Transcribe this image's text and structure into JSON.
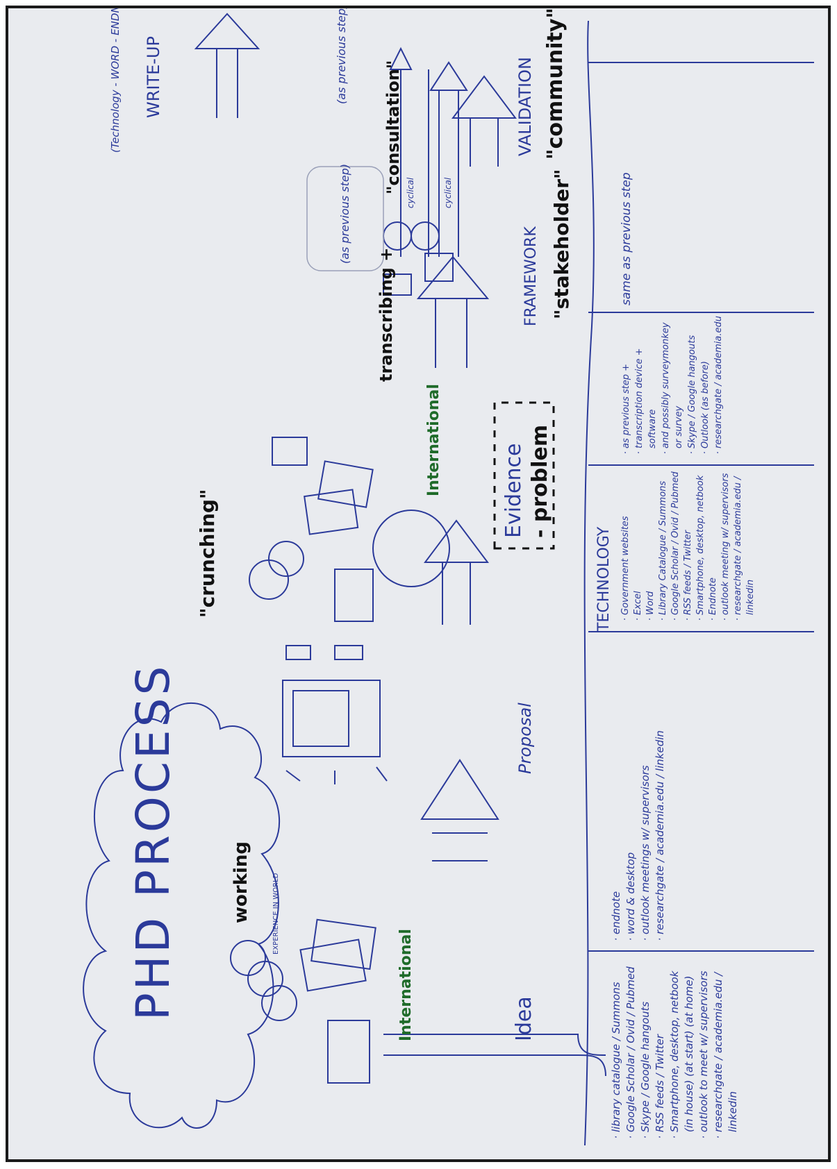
{
  "title": "PHD PROCESS",
  "stages": {
    "idea": "Idea",
    "proposal": "Proposal",
    "evidence_line1": "Evidence",
    "evidence_line2": "- problem",
    "framework": "FRAMEWORK",
    "validation": "VALIDATION",
    "writeup": "WRITE-UP"
  },
  "labels": {
    "working": "working",
    "experience": "EXPERIENCE IN WORLD",
    "international_1": "International",
    "international_2": "International",
    "crunching": "\"crunching\"",
    "transcribing": "transcribing +",
    "consultation": "\"consultation\"",
    "stakeholder": "\"stakeholder\"",
    "community": "\"community\"",
    "as_previous_1": "(as previous step)",
    "as_previous_2": "(as previous step)",
    "cyclical_1": "cyclical",
    "cyclical_2": "cyclical",
    "technology_writeup": "(Technology - WORD - ENDNOTE - desktop)",
    "technology_heading": "TECHNOLOGY"
  },
  "technology_columns": [
    {
      "stage": "Idea",
      "items": [
        "library catalogue / Summons",
        "Google Scholar / Ovid / Pubmed",
        "Skype / Google hangouts",
        "RSS feeds / Twitter",
        "Smartphone, desktop, netbook (in house) (at start) (at home)",
        "outlook to meet w/ supervisors",
        "researchgate / academia.edu / linkedin"
      ]
    },
    {
      "stage": "Proposal",
      "items": [
        "endnote",
        "word & desktop",
        "outlook meetings w/ supervisors",
        "researchgate / academia.edu / linkedin"
      ]
    },
    {
      "stage": "Evidence",
      "items": [
        "Government websites",
        "Excel",
        "Word",
        "Library Catalogue / Summons",
        "Google Scholar / Ovid / Pubmed",
        "RSS feeds / Twitter",
        "Smartphone, desktop, netbook",
        "Endnote",
        "outlook meeting w/ supervisors",
        "researchgate / academia.edu / linkedin"
      ]
    },
    {
      "stage": "Framework",
      "items": [
        "as previous step +",
        "transcription device + software",
        "and possibly surveymonkey or survey",
        "Skype / Google hangouts",
        "Outlook (as before)",
        "researchgate / academia.edu"
      ]
    },
    {
      "stage": "Validation",
      "items": [
        "same as previous step"
      ]
    }
  ],
  "colors": {
    "ink_blue": "#2b3a9a",
    "ink_black": "#111111",
    "ink_green": "#1f6b2a",
    "paper": "#e9ebef"
  }
}
